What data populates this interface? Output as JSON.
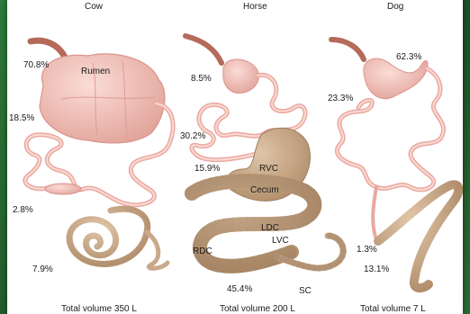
{
  "headers": {
    "cow": "Cow",
    "horse": "Horse",
    "dog": "Dog"
  },
  "cow": {
    "rumen": "Rumen",
    "pct_stomach": "70.8%",
    "pct_small": "18.5%",
    "pct_cecum": "2.8%",
    "pct_colon": "7.9%",
    "volume": "Total volume 350 L"
  },
  "horse": {
    "pct_stomach": "8.5%",
    "pct_small": "30.2%",
    "pct_cecum": "15.9%",
    "pct_colon": "45.4%",
    "rvc": "RVC",
    "cecum": "Cecum",
    "ldc": "LDC",
    "lvc": "LVC",
    "rdc": "RDC",
    "sc": "SC",
    "volume": "Total volume 200 L"
  },
  "dog": {
    "pct_stomach": "62.3%",
    "pct_small": "23.3%",
    "pct_cecum": "1.3%",
    "pct_colon": "13.1%",
    "volume": "Total volume 7 L"
  },
  "colors": {
    "organ_pink": "#f2b8b0",
    "organ_pink_dark": "#d9958c",
    "colon_tan": "#c9a98a",
    "colon_tan_dark": "#9c7c5e",
    "esophagus": "#b56a5a",
    "frame_green": "#2d7a3a"
  }
}
